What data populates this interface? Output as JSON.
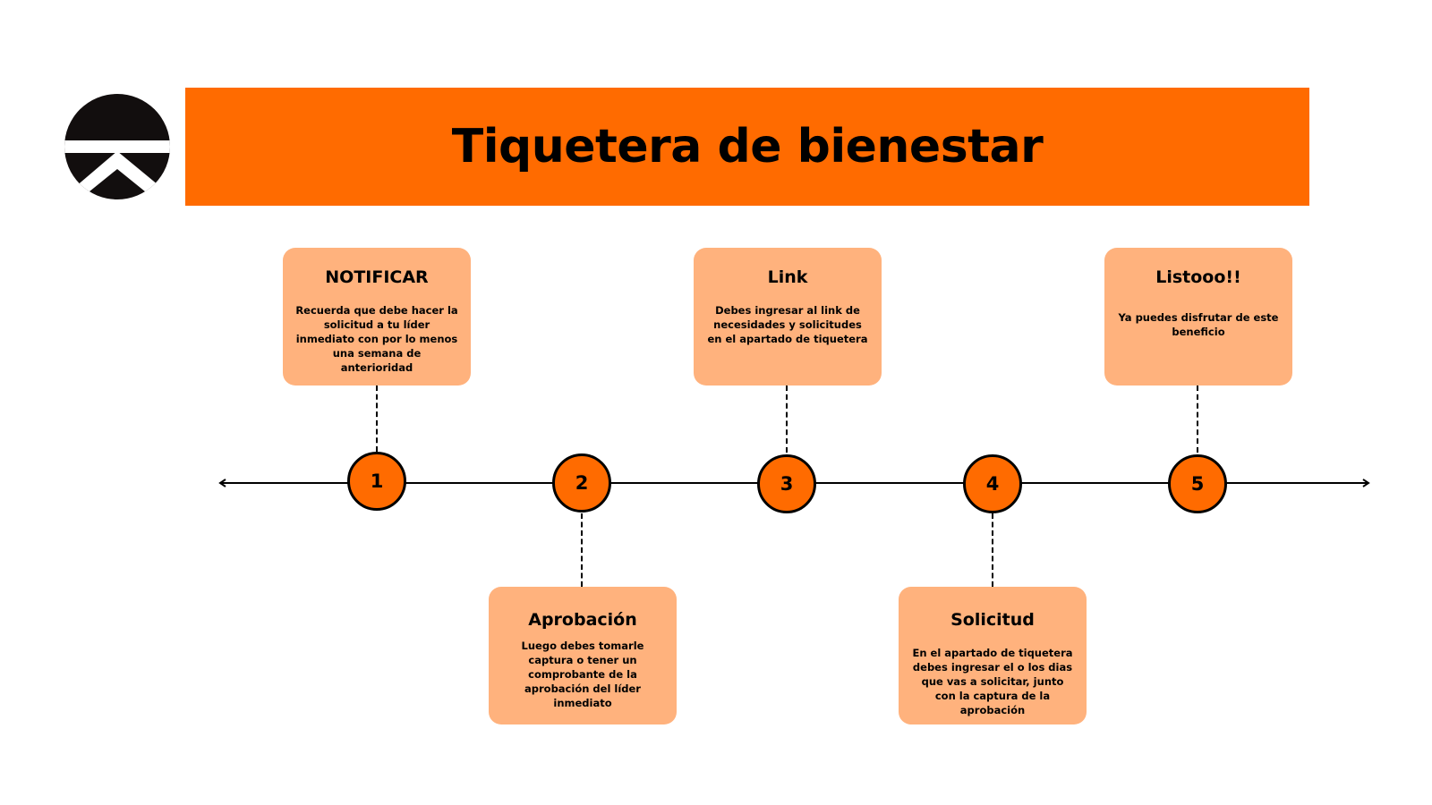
{
  "title": "Tiquetera de bienestar",
  "colors": {
    "accent": "#FF6B00",
    "card": "#FFB27D"
  },
  "steps": [
    {
      "number": "1",
      "title": "NOTIFICAR",
      "text": "Recuerda que debe hacer la solicitud a tu líder inmediato con por lo menos una semana de anterioridad"
    },
    {
      "number": "2",
      "title": "Aprobación",
      "text": "Luego debes tomarle captura o tener un comprobante de la aprobación del líder inmediato"
    },
    {
      "number": "3",
      "title": "Link",
      "text": "Debes ingresar al link de necesidades y solicitudes en el apartado de tiquetera"
    },
    {
      "number": "4",
      "title": "Solicitud",
      "text": "En el apartado de tiquetera debes ingresar el o los dias que vas a solicitar, junto con la captura de la aprobación"
    },
    {
      "number": "5",
      "title": "Listooo!!",
      "text": "Ya puedes disfrutar de este beneficio"
    }
  ]
}
